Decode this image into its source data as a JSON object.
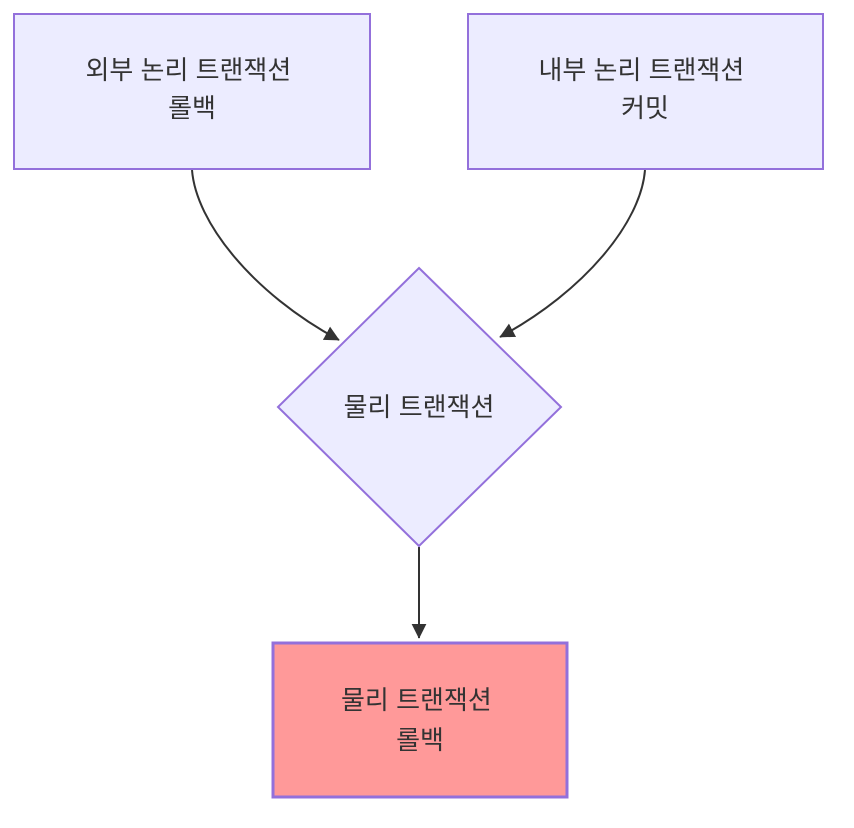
{
  "diagram": {
    "type": "flowchart",
    "direction": "top-down",
    "background_color": "#ffffff",
    "node_fill_color": "#ECECFF",
    "node_stroke_color": "#9370DB",
    "highlight_fill_color": "#FF9999",
    "edge_color": "#333333",
    "text_color": "#333333",
    "nodes": [
      {
        "id": "external-logical-tx-rollback",
        "shape": "rectangle",
        "lines": [
          "외부 논리 트랜잭션",
          "롤백"
        ],
        "fill": "#ECECFF",
        "stroke": "#9370DB"
      },
      {
        "id": "internal-logical-tx-commit",
        "shape": "rectangle",
        "lines": [
          "내부 논리 트랜잭션",
          "커밋"
        ],
        "fill": "#ECECFF",
        "stroke": "#9370DB"
      },
      {
        "id": "physical-tx",
        "shape": "diamond",
        "lines": [
          "물리 트랜잭션"
        ],
        "fill": "#ECECFF",
        "stroke": "#9370DB"
      },
      {
        "id": "physical-tx-rollback",
        "shape": "rectangle",
        "lines": [
          "물리 트랜잭션",
          "롤백"
        ],
        "fill": "#FF9999",
        "stroke": "#9370DB"
      }
    ],
    "edges": [
      {
        "from": "external-logical-tx-rollback",
        "to": "physical-tx",
        "style": "curved-arrow"
      },
      {
        "from": "internal-logical-tx-commit",
        "to": "physical-tx",
        "style": "curved-arrow"
      },
      {
        "from": "physical-tx",
        "to": "physical-tx-rollback",
        "style": "straight-arrow"
      }
    ]
  }
}
